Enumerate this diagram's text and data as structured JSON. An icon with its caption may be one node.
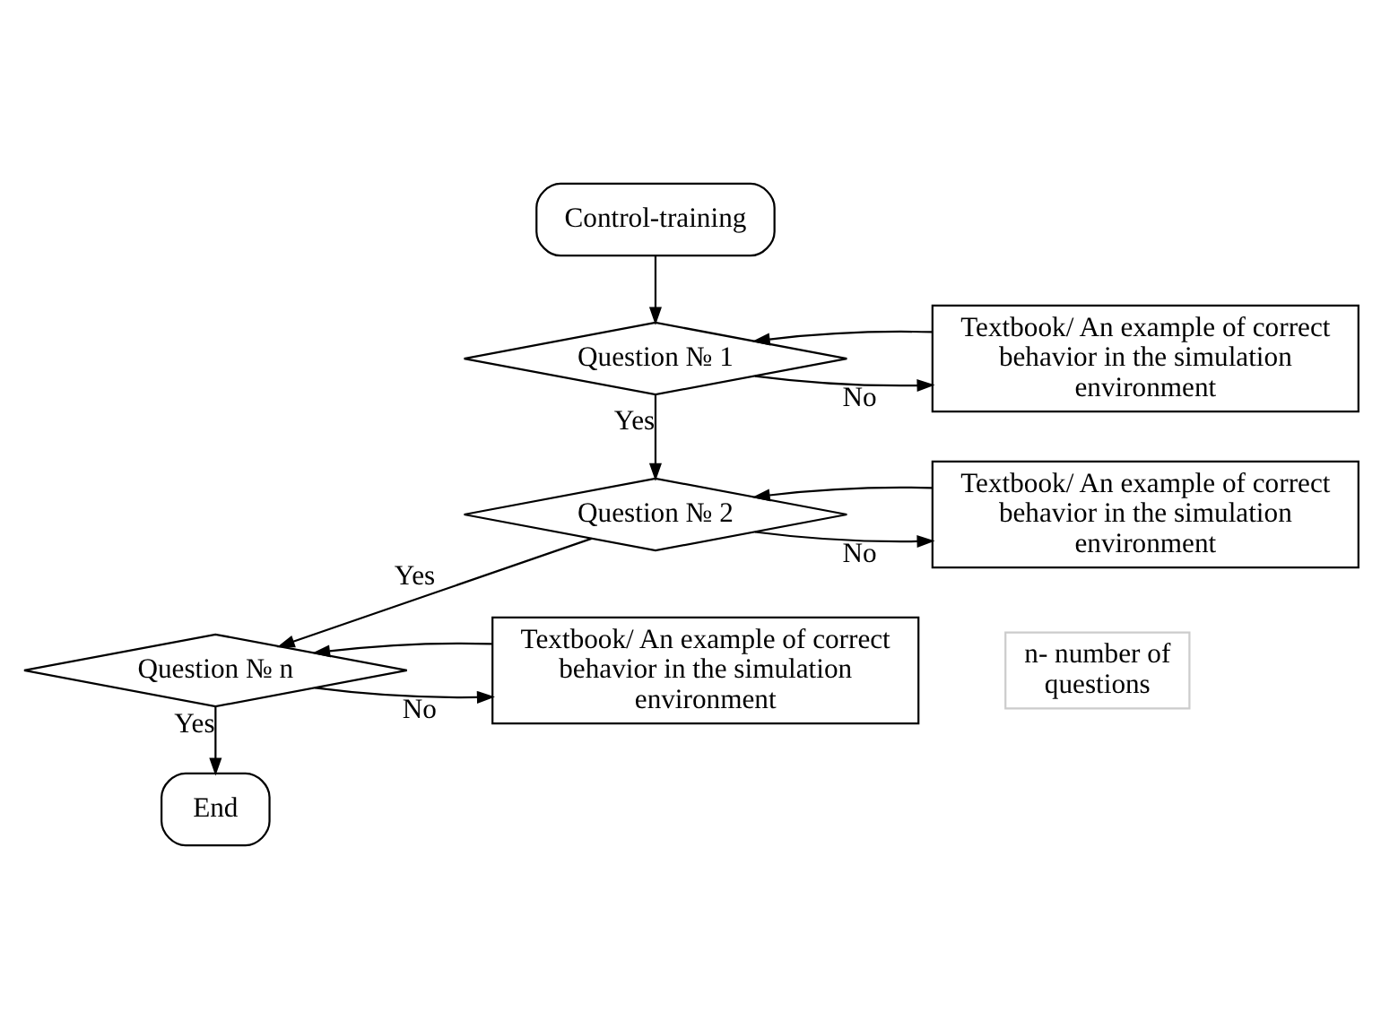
{
  "diagram": {
    "nodes": [
      {
        "text": [
          "Control-training"
        ]
      },
      {
        "text": [
          "Question № 1"
        ]
      },
      {
        "text": [
          "Textbook/ An example of correct behavior in the simulation environment"
        ]
      },
      {
        "text": [
          "Question № 2"
        ]
      },
      {
        "text": [
          "Textbook/ An example of correct behavior in the simulation environment"
        ]
      },
      {
        "text": [
          "Question № n"
        ]
      },
      {
        "text": [
          "Textbook/ An example of correct behavior in the simulation environment"
        ]
      },
      {
        "text": [
          "End"
        ]
      }
    ],
    "edges": [
      {
        "from": 0,
        "to": 1,
        "arrow": "to"
      },
      {
        "from": 1,
        "to": 2,
        "arrow": "to",
        "label": "No"
      },
      {
        "from": 2,
        "to": 1,
        "arrow": "to"
      },
      {
        "from": 1,
        "to": 3,
        "arrow": "to",
        "label": "Yes"
      },
      {
        "from": 3,
        "to": 4,
        "arrow": "to",
        "label": "No"
      },
      {
        "from": 4,
        "to": 3,
        "arrow": "to"
      },
      {
        "from": 3,
        "to": 5,
        "arrow": "to",
        "label": "Yes"
      },
      {
        "from": 5,
        "to": 6,
        "arrow": "to",
        "label": "No"
      },
      {
        "from": 6,
        "to": 5,
        "arrow": "to"
      },
      {
        "from": 5,
        "to": 7,
        "arrow": "to",
        "label": "Yes"
      }
    ],
    "labels": [
      "n- number of questions"
    ]
  }
}
